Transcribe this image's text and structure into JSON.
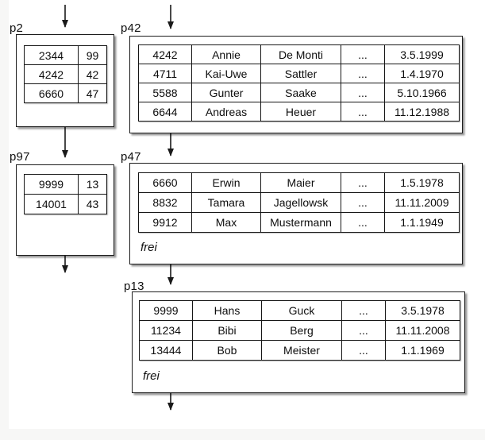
{
  "colors": {
    "background": "#f7f7f6",
    "page": "#ffffff",
    "line": "#1a1a1a",
    "shadow": "#9a9a9a"
  },
  "pages": {
    "p2": {
      "label": "p2",
      "rows": [
        [
          "2344",
          "99"
        ],
        [
          "4242",
          "42"
        ],
        [
          "6660",
          "47"
        ]
      ]
    },
    "p42": {
      "label": "p42",
      "rows": [
        [
          "4242",
          "Annie",
          "De Monti",
          "...",
          "3.5.1999"
        ],
        [
          "4711",
          "Kai-Uwe",
          "Sattler",
          "...",
          "1.4.1970"
        ],
        [
          "5588",
          "Gunter",
          "Saake",
          "...",
          "5.10.1966"
        ],
        [
          "6644",
          "Andreas",
          "Heuer",
          "...",
          "11.12.1988"
        ]
      ]
    },
    "p97": {
      "label": "p97",
      "rows": [
        [
          "9999",
          "13"
        ],
        [
          "14001",
          "43"
        ]
      ]
    },
    "p47": {
      "label": "p47",
      "rows": [
        [
          "6660",
          "Erwin",
          "Maier",
          "...",
          "1.5.1978"
        ],
        [
          "8832",
          "Tamara",
          "Jagellowsk",
          "...",
          "11.11.2009"
        ],
        [
          "9912",
          "Max",
          "Mustermann",
          "...",
          "1.1.1949"
        ]
      ],
      "free_label": "frei"
    },
    "p13": {
      "label": "p13",
      "rows": [
        [
          "9999",
          "Hans",
          "Guck",
          "...",
          "3.5.1978"
        ],
        [
          "11234",
          "Bibi",
          "Berg",
          "...",
          "11.11.2008"
        ],
        [
          "13444",
          "Bob",
          "Meister",
          "...",
          "1.1.1969"
        ]
      ],
      "free_label": "frei"
    }
  }
}
